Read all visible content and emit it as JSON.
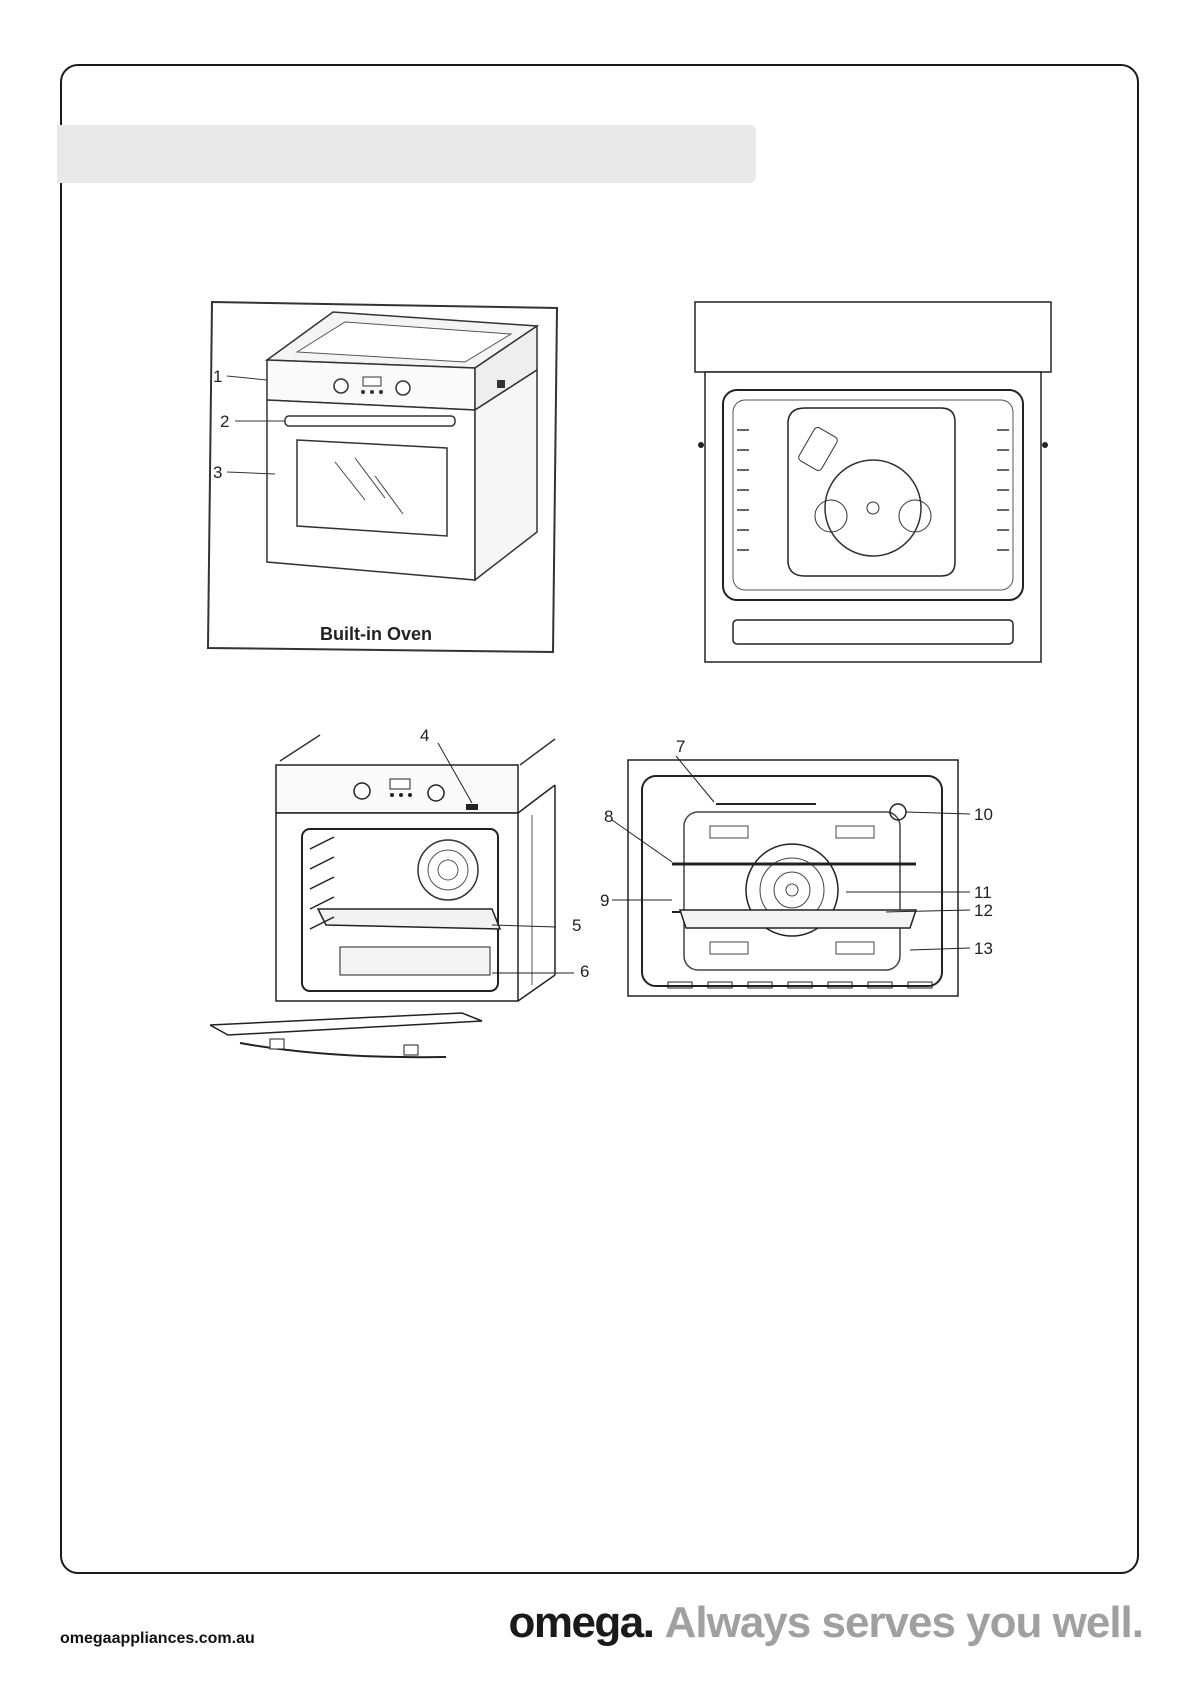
{
  "page": {
    "section_title": ""
  },
  "figures": {
    "builtin_oven": {
      "caption": "Built-in Oven",
      "callouts": [
        "1",
        "2",
        "3"
      ]
    },
    "open_oven": {
      "callouts": [
        "4",
        "5",
        "6"
      ]
    },
    "interior": {
      "callouts": [
        "7",
        "8",
        "9",
        "10",
        "11",
        "12",
        "13"
      ]
    }
  },
  "footer": {
    "website": "omegaappliances.com.au",
    "brand_name": "omega",
    "brand_dot": ".",
    "slogan": " Always serves you well."
  }
}
